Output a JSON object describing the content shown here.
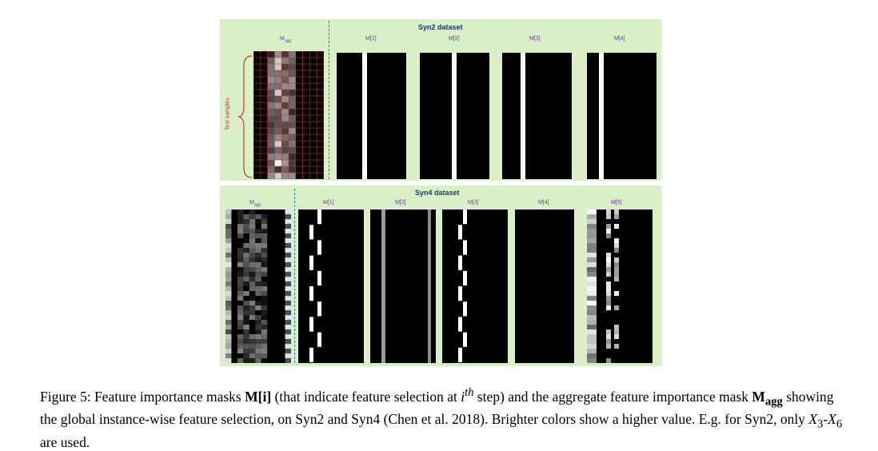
{
  "figure": {
    "syn2": {
      "title": "Syn2 dataset",
      "agg_label": "M",
      "agg_sub": "agg",
      "y_label": "Test samples",
      "mask_labels": [
        "M[1]",
        "M[2]",
        "M[3]",
        "M[4]"
      ]
    },
    "syn4": {
      "title": "Syn4 dataset",
      "agg_label": "M",
      "agg_sub": "agg",
      "mask_labels": [
        "M[1]",
        "M[2]",
        "M[3]",
        "M[4]",
        "M[5]"
      ]
    },
    "colors": {
      "panel_bg": "#d9efc7",
      "mask_bg": "#000000",
      "grid": "#d8352a",
      "divider": "#2d7ab8",
      "label": "#6b3c8f",
      "title": "#1f3a60"
    }
  },
  "caption": {
    "text_1": "Figure 5: Feature importance masks ",
    "m_i": "M[i]",
    "text_2": " (that indicate feature selection at ",
    "i_th": "i",
    "th": "th",
    "text_3": " step) and the aggregate feature importance mask ",
    "m_agg": "M",
    "m_agg_sub": "agg",
    "text_4": " showing the global instance-wise feature selection, on Syn2 and Syn4 (Chen et al. 2018). Brighter colors show a higher value. E.g. for Syn2, only ",
    "x3": "X",
    "x3_sub": "3",
    "dash": "-",
    "x6": "X",
    "x6_sub": "6",
    "text_5": " are used."
  }
}
